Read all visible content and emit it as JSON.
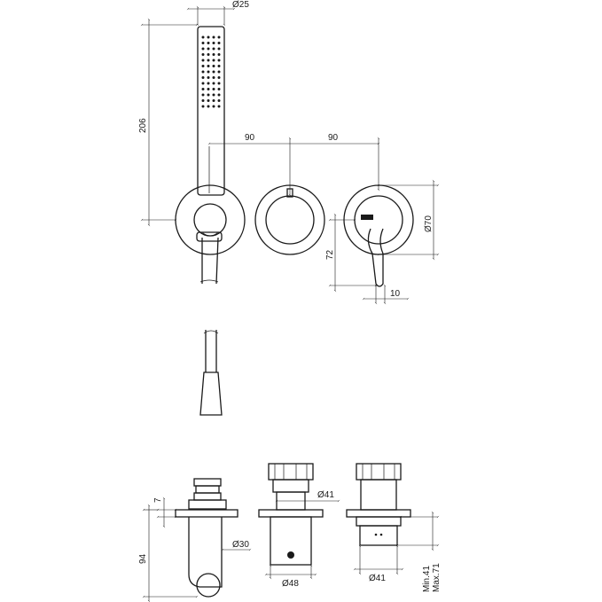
{
  "dimensions": {
    "hand_shower_diameter": "Ø25",
    "hand_shower_height": "206",
    "spacing_left": "90",
    "spacing_right": "90",
    "plate_diameter": "Ø70",
    "lever_height": "72",
    "lever_width": "10",
    "plate_thickness": "7",
    "holder_depth": "94",
    "holder_diameter": "Ø30",
    "diverter_cap_diameter": "Ø41",
    "diverter_body_diameter": "Ø48",
    "mixer_body_diameter": "Ø41",
    "wall_depth_min": "Min.41",
    "wall_depth_max": "Max.71"
  }
}
